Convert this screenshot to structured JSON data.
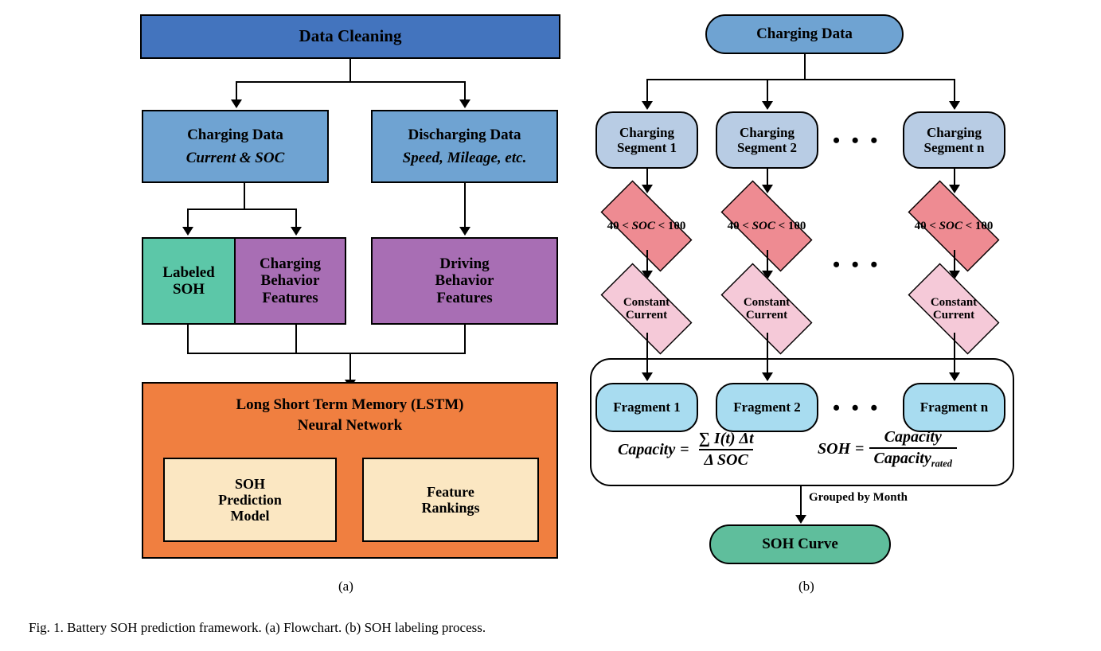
{
  "figure": {
    "caption": "Fig. 1.   Battery SOH prediction framework. (a) Flowchart. (b) SOH labeling process.",
    "panel_a_label": "(a)",
    "panel_b_label": "(b)"
  },
  "colors": {
    "dark_blue": "#4374BE",
    "mid_blue": "#6FA3D2",
    "pale_blue": "#B8CCE4",
    "sky_blue": "#A8DCF0",
    "teal": "#5CC7A8",
    "green": "#5FBE9C",
    "purple": "#A86EB4",
    "orange": "#F07F40",
    "cream": "#FBE7C2",
    "red": "#EE8B92",
    "pink": "#F5C9D8",
    "stroke": "#000000"
  },
  "panel_a": {
    "data_cleaning": {
      "title": "Data Cleaning"
    },
    "charging_data": {
      "title": "Charging Data",
      "subtitle": "Current & SOC"
    },
    "discharging_data": {
      "title": "Discharging Data",
      "subtitle": "Speed, Mileage, etc."
    },
    "labeled_soh": {
      "line1": "Labeled",
      "line2": "SOH"
    },
    "charging_behavior": {
      "line1": "Charging",
      "line2": "Behavior",
      "line3": "Features"
    },
    "driving_behavior": {
      "line1": "Driving",
      "line2": "Behavior",
      "line3": "Features"
    },
    "lstm": {
      "line1": "Long Short Term Memory (LSTM)",
      "line2": "Neural Network",
      "sub_left": {
        "line1": "SOH",
        "line2": "Prediction",
        "line3": "Model"
      },
      "sub_right": {
        "line1": "Feature",
        "line2": "Rankings"
      }
    }
  },
  "panel_b": {
    "charging_data": {
      "title": "Charging Data"
    },
    "segments": [
      {
        "line1": "Charging",
        "line2": "Segment 1"
      },
      {
        "line1": "Charging",
        "line2": "Segment 2"
      },
      {
        "line1": "Charging",
        "line2": "Segment n"
      }
    ],
    "ellipsis": "•  •  •",
    "soc_condition": {
      "pre": "40 < ",
      "var": "SOC",
      "post": " < 100"
    },
    "constant_current": {
      "line1": "Constant",
      "line2": "Current"
    },
    "fragments": [
      {
        "label": "Fragment 1"
      },
      {
        "label": "Fragment 2"
      },
      {
        "label": "Fragment n"
      }
    ],
    "formula_capacity": {
      "lhs": "Capacity",
      "eq": "=",
      "numerator": "∑ I(t) Δt",
      "denominator": "Δ SOC"
    },
    "formula_soh": {
      "lhs": "SOH",
      "eq": "=",
      "numerator": "Capacity",
      "denominator_base": "Capacity",
      "denominator_sub": "rated"
    },
    "grouped_label": "Grouped by Month",
    "soh_curve": {
      "title": "SOH Curve"
    }
  }
}
